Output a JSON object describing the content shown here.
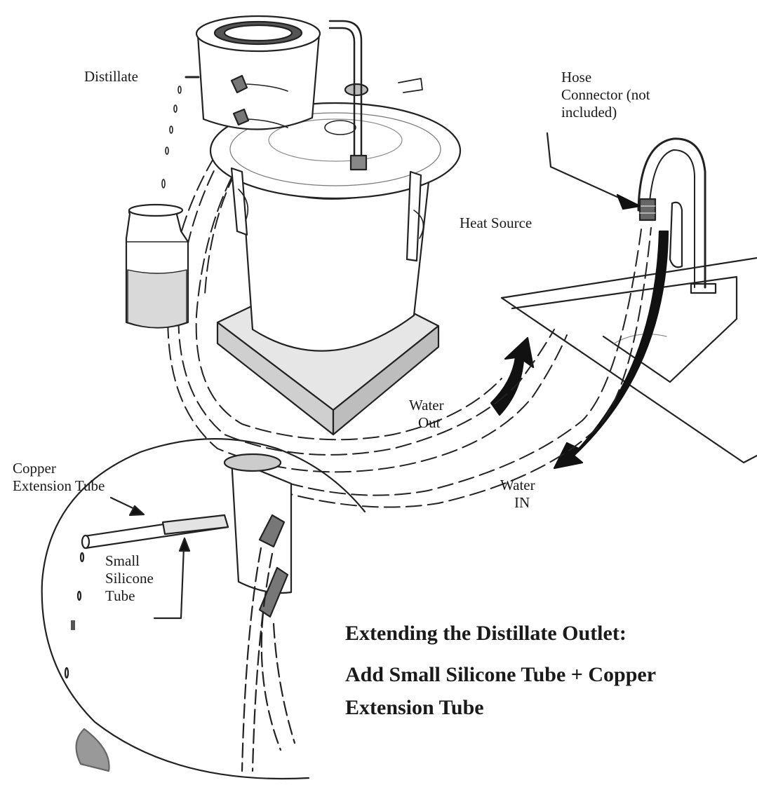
{
  "labels": {
    "distillate": "Distillate",
    "hose_connector": [
      "Hose",
      "Connector (not",
      "included)"
    ],
    "heat_source": "Heat Source",
    "water_out": [
      "Water",
      "Out"
    ],
    "water_in": [
      "Water",
      "IN"
    ],
    "copper_tube": [
      "Copper",
      "Extension Tube"
    ],
    "small_silicone": [
      "Small",
      "Silicone",
      "Tube"
    ]
  },
  "caption": {
    "line1": "Extending the Distillate Outlet:",
    "line2": "Add Small Silicone Tube + Copper",
    "line3": "Extension Tube"
  }
}
